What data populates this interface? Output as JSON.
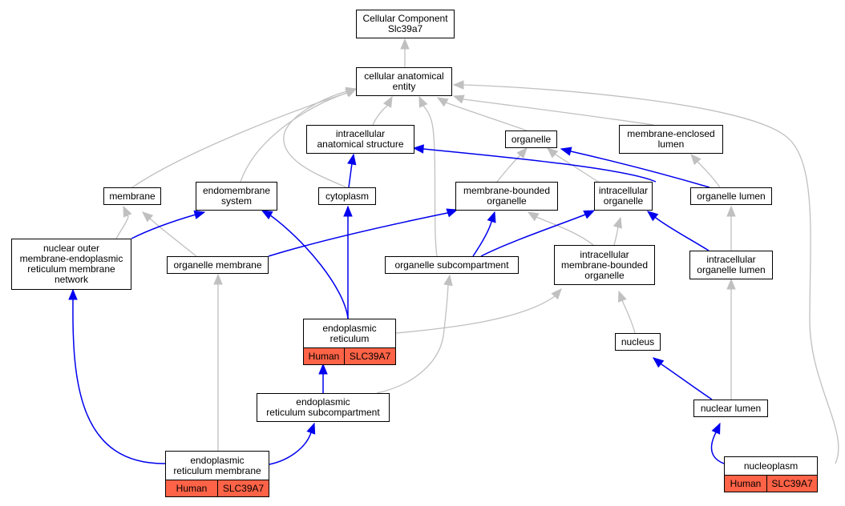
{
  "colors": {
    "is_a": "#c0c0c0",
    "part_of": "#0000ee",
    "annotation": "#ff6347"
  },
  "nodes": {
    "root": "Cellular Component\nSlc39a7",
    "cae": "cellular anatomical\nentity",
    "ias": "intracellular\nanatomical structure",
    "organelle": "organelle",
    "mel": "membrane-enclosed\nlumen",
    "membrane": "membrane",
    "ems": "endomembrane\nsystem",
    "cytoplasm": "cytoplasm",
    "mbo": "membrane-bounded\norganelle",
    "io": "intracellular\norganelle",
    "olumen": "organelle lumen",
    "nomer": "nuclear outer\nmembrane-endoplasmic\nreticulum membrane\nnetwork",
    "om": "organelle membrane",
    "osc": "organelle subcompartment",
    "imbo": "intracellular\nmembrane-bounded\norganelle",
    "iol": "intracellular\norganelle lumen",
    "er": "endoplasmic\nreticulum",
    "nucleus": "nucleus",
    "ersc": "endoplasmic\nreticulum subcompartment",
    "nlumen": "nuclear lumen",
    "erm": "endoplasmic\nreticulum membrane",
    "nucleoplasm": "nucleoplasm"
  },
  "annotations": {
    "er": [
      "Human",
      "SLC39A7"
    ],
    "erm": [
      "Human",
      "SLC39A7"
    ],
    "nucleoplasm": [
      "Human",
      "SLC39A7"
    ]
  }
}
